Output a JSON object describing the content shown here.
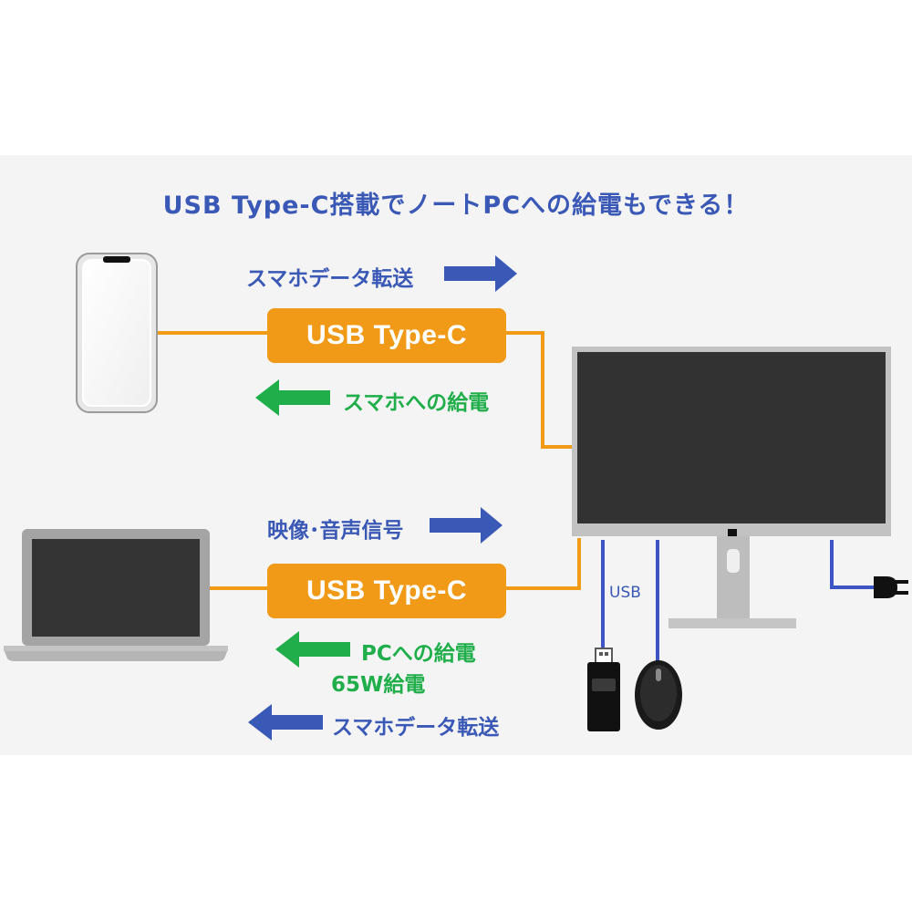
{
  "title": "USB Type-C搭載でノートPCへの給電もできる！",
  "phone_link": {
    "box_label": "USB Type-C",
    "upper_arrow_label": "スマホデータ転送",
    "lower_arrow_label": "スマホへの給電"
  },
  "laptop_link": {
    "box_label": "USB Type-C",
    "upper_arrow_label": "映像･音声信号",
    "lower_arrow_label": "PCへの給電",
    "lower_arrow_sublabel": "65W給電",
    "bottom_arrow_label": "スマホデータ転送"
  },
  "peripheral_label": "USB",
  "colors": {
    "title": "#3a58b5",
    "usb_box": "#f09a17",
    "orange_line": "#f09a17",
    "blue_arrow": "#3a58b5",
    "green_arrow": "#1fae4a",
    "usb_cable": "#3d55c4",
    "panel_background": "#f4f4f4"
  },
  "icons": [
    "smartphone-icon",
    "laptop-icon",
    "monitor-icon",
    "usb-flash-drive-icon",
    "mouse-icon",
    "power-plug-icon"
  ]
}
